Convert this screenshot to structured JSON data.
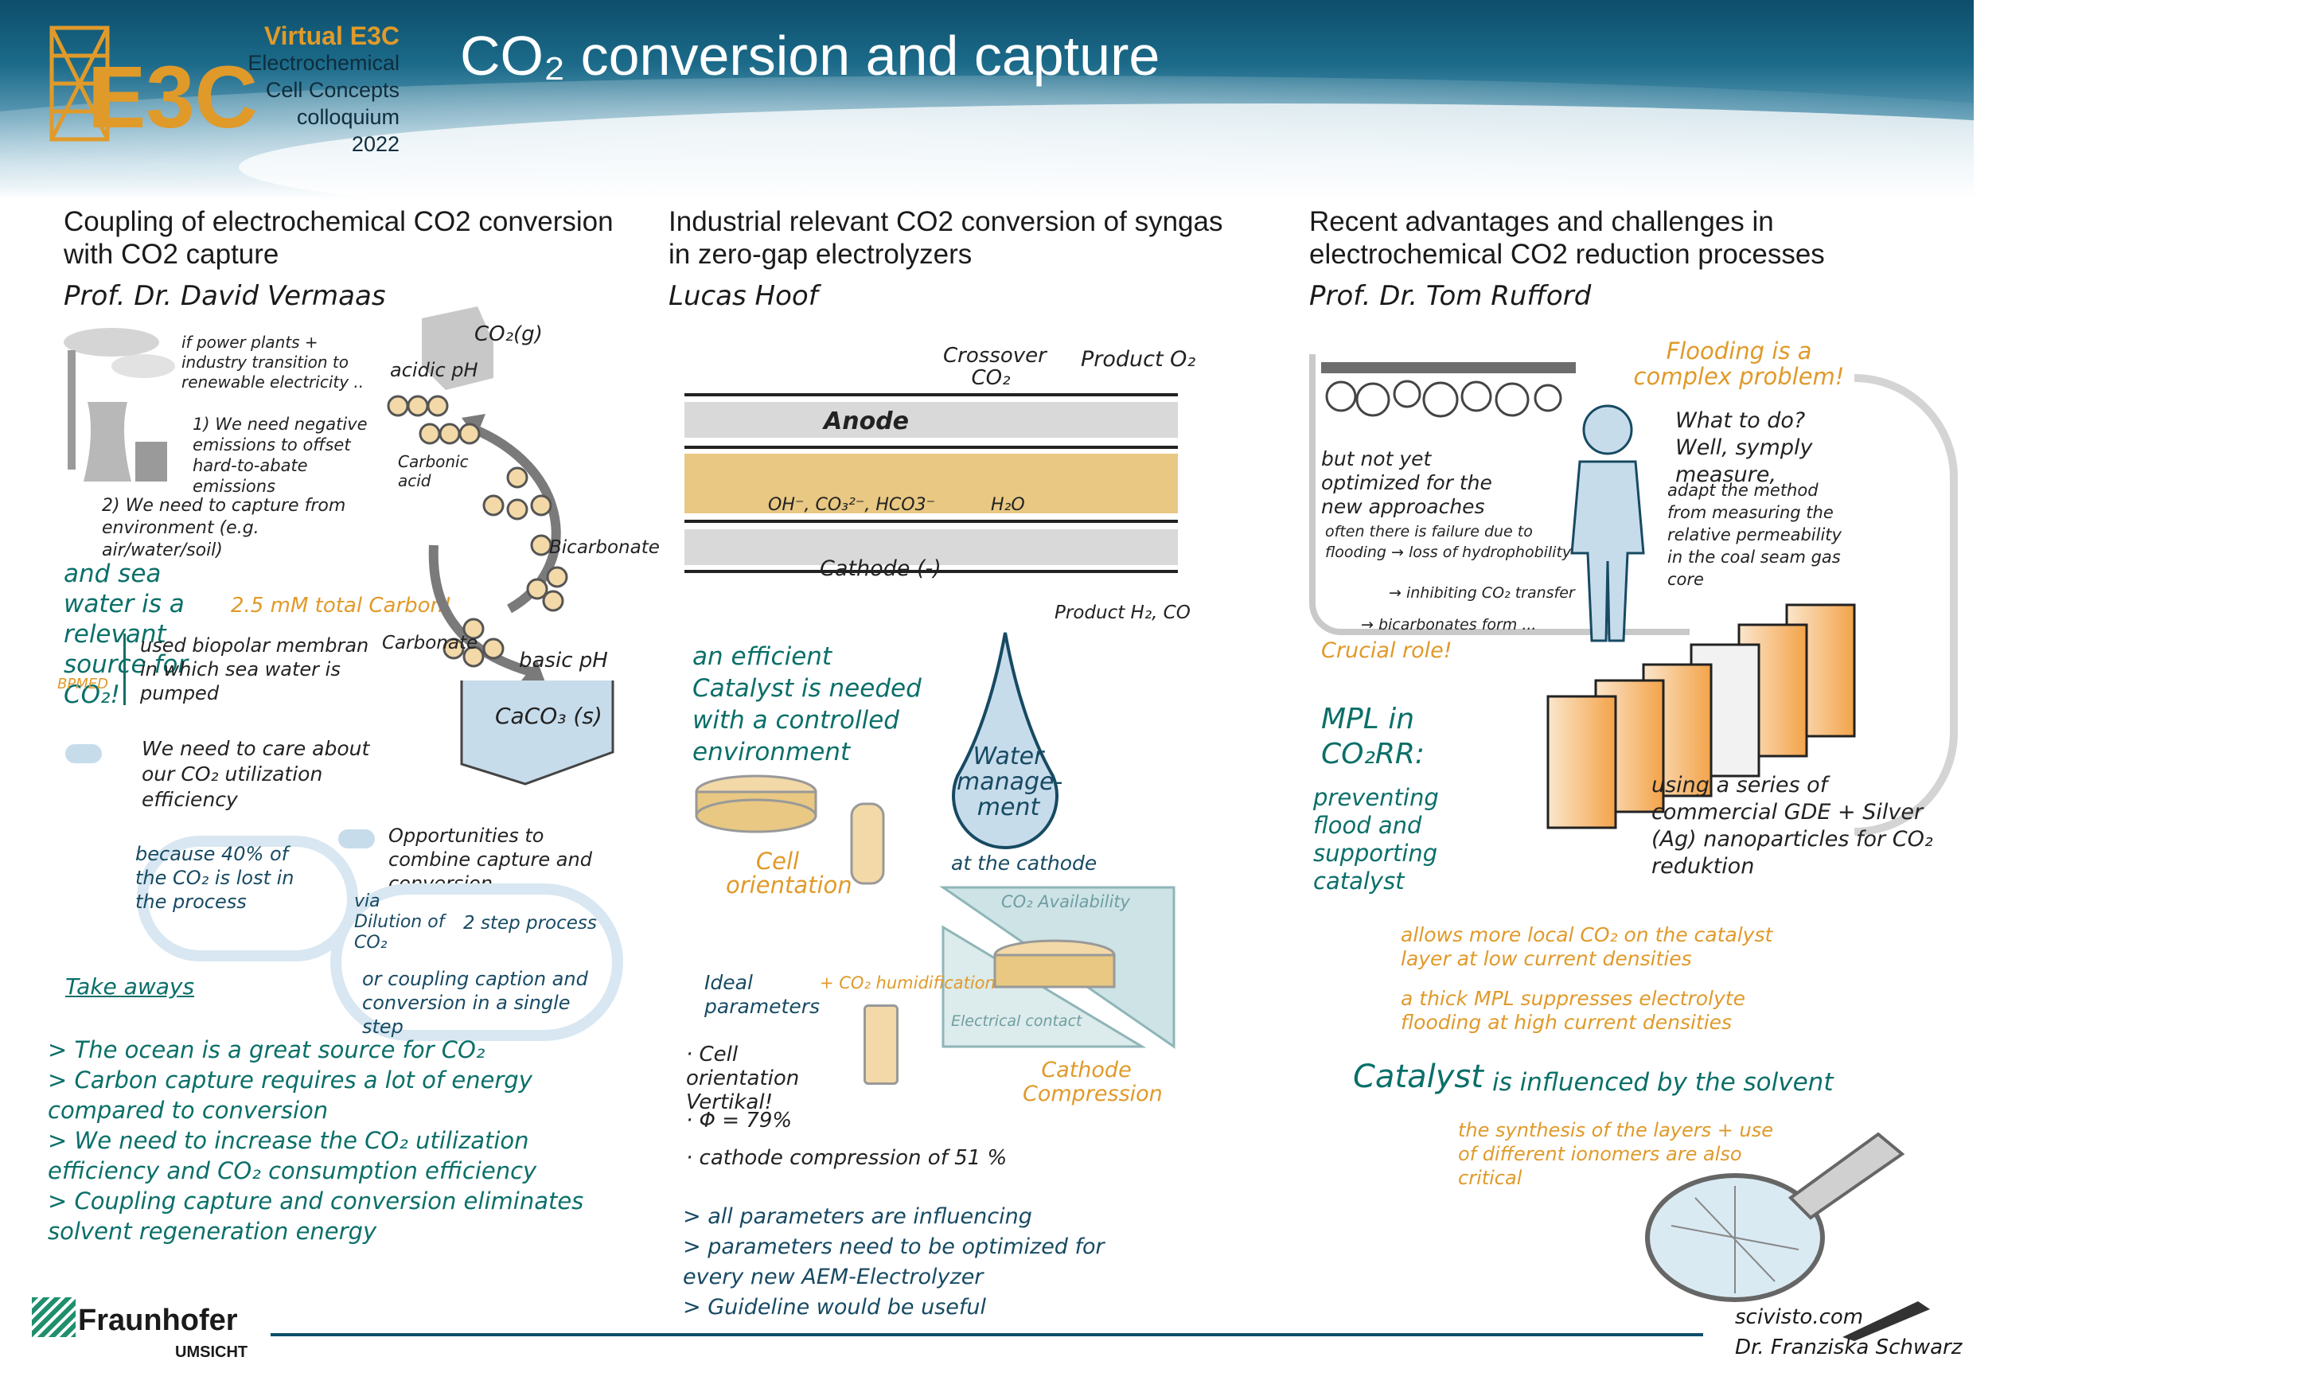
{
  "header": {
    "logo_mark": "E3C",
    "brand": "Virtual E3C",
    "subtitle_lines": [
      "Electrochemical",
      "Cell Concepts",
      "colloquium",
      "2022"
    ],
    "title": "CO₂ conversion and capture"
  },
  "columns": [
    {
      "title_lines": [
        "Coupling of electrochemical CO2 conversion",
        "with CO2 capture"
      ],
      "speaker": "Prof. Dr. David Vermaas",
      "notes": {
        "power": "if power plants + industry transition to renewable electricity ..",
        "negative": "1) We need negative emissions to offset hard-to-abate emissions",
        "capture": "2) We need to capture from environment (e.g. air/water/soil)",
        "sea": "and sea water is a relevant source for CO₂!",
        "carbon_total": "2.5 mM total Carbon!",
        "bpmed": "BPMED",
        "membrane": "used biopolar membran in which sea water is pumped",
        "co2g": "CO₂(g)",
        "acidic": "acidic pH",
        "carbonic": "Carbonic acid",
        "bicarbonate": "Bicarbonate",
        "carbonate": "Carbonate",
        "basic": "basic pH",
        "caco3": "CaCO₃ (s)",
        "care": "We need to care about our CO₂ utilization efficiency",
        "lost": "because 40% of the CO₂ is lost in the process",
        "opportunities": "Opportunities to combine capture and conversion",
        "dilution": "via Dilution of CO₂",
        "two_step": "2 step process",
        "single": "or coupling caption and conversion in a single step",
        "take_aways": "Take aways"
      },
      "takeaways": [
        "> The ocean is a great source for CO₂",
        "> Carbon capture requires a lot of energy compared to conversion",
        "> We need to increase the CO₂ utilization efficiency and CO₂ consumption efficiency",
        "> Coupling capture and conversion eliminates solvent regeneration energy"
      ]
    },
    {
      "title_lines": [
        "Industrial relevant CO2 conversion of syngas",
        "in zero-gap electrolyzers"
      ],
      "speaker": "Lucas Hoof",
      "notes": {
        "crossover": "Crossover CO₂",
        "product_o2": "Product O₂",
        "anode": "Anode",
        "ions": "OH⁻, CO₃²⁻, HCO3⁻",
        "h2o": "H₂O",
        "cathode": "Cathode (-)",
        "product_h2": "Product H₂, CO",
        "catalyst": "an efficient Catalyst is needed with a controlled environment",
        "water": "Water manage-ment",
        "at_cathode": "at the cathode",
        "cell_orientation": "Cell orientation",
        "co2_avail": "CO₂ Availability",
        "electrical": "Electrical contact",
        "ideal": "Ideal parameters",
        "humid": "+ CO₂ humidification",
        "cathode_comp": "Cathode Compression",
        "p1": "· Cell orientation Vertikal!",
        "p2": "· Φ = 79%",
        "p3": "· cathode compression of 51 %",
        "c1": "> all parameters are influencing",
        "c2": "> parameters need to be optimized for every new AEM-Electrolyzer",
        "c3": "> Guideline would be useful"
      }
    },
    {
      "title_lines": [
        "Recent advantages and challenges in",
        "electrochemical CO2 reduction processes"
      ],
      "speaker": "Prof. Dr. Tom Rufford",
      "notes": {
        "flooding": "Flooding is a complex problem!",
        "what": "What to do? Well, symply measure,",
        "adapt": "adapt the method from measuring the relative permeability in the coal seam gas core",
        "not_opt": "but not yet optimized for the new approaches",
        "often": "often there is failure due to flooding → loss of hydrophobility",
        "inhibit": "→ inhibiting CO₂ transfer",
        "bicarb": "→ bicarbonates form ...",
        "crucial": "Crucial role!",
        "mpl": "MPL in CO₂RR:",
        "prevent": "preventing flood and supporting catalyst",
        "series": "using a series of commercial GDE + Silver (Ag) nanoparticles for CO₂ reduktion",
        "allows": "allows more local CO₂ on the catalyst layer at low current densities",
        "thick": "a thick MPL suppresses electrolyte flooding at high current densities",
        "cat_inf_a": "Catalyst",
        "cat_inf_b": "is influenced by the solvent",
        "synthesis": "the synthesis of the layers + use of different ionomers are also critical"
      }
    }
  ],
  "footer": {
    "org": "Fraunhofer",
    "org_sub": "UMSICHT",
    "site": "scivisto.com",
    "artist": "Dr. Franziska Schwarz"
  },
  "colors": {
    "header_dark": "#0d4e6b",
    "teal": "#0b6f69",
    "navy": "#174a63",
    "orange": "#e09a2a",
    "light_blue": "#c7dceb"
  }
}
